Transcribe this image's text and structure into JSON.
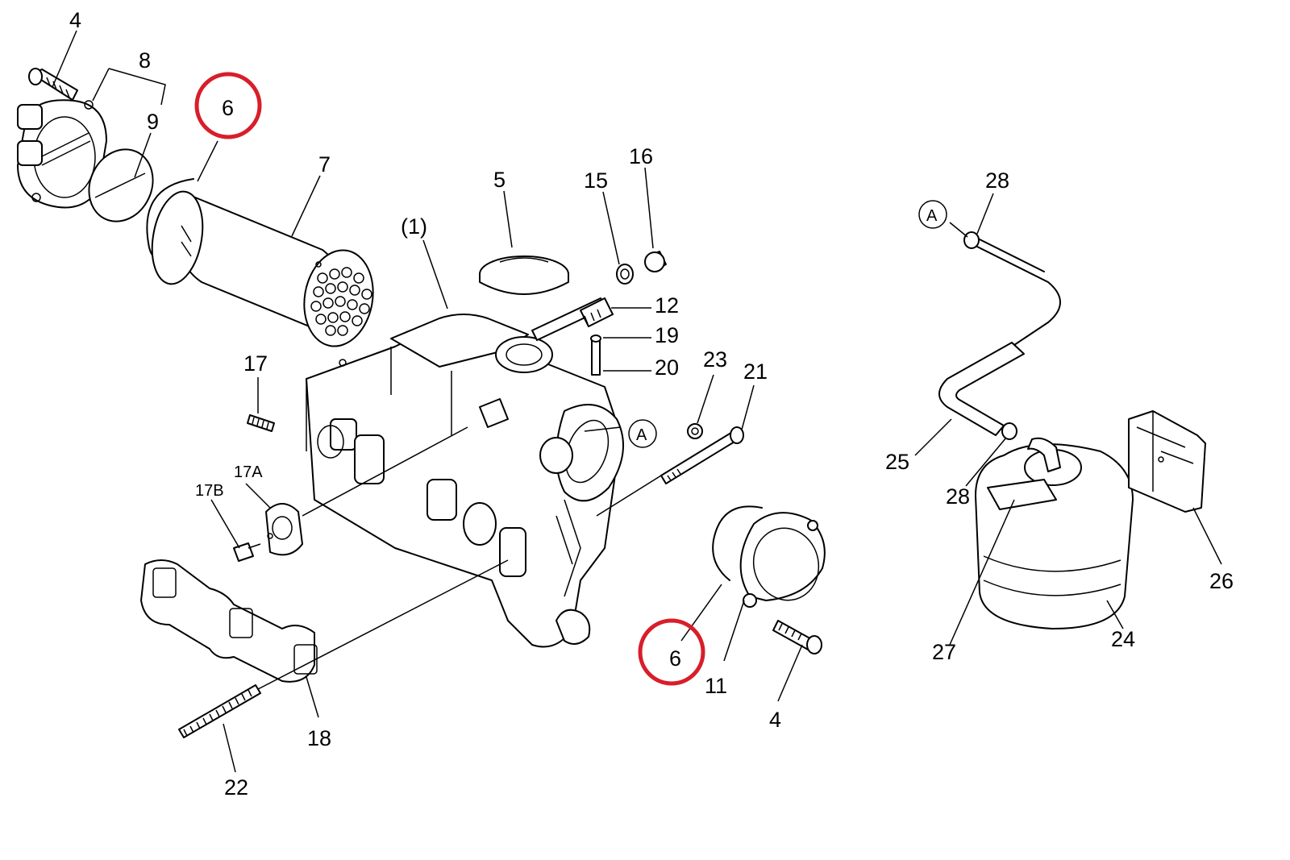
{
  "diagram": {
    "callouts": {
      "c4a": "4",
      "c8": "8",
      "c9": "9",
      "c6a": "6",
      "c7": "7",
      "c1": "(1)",
      "c5": "5",
      "c15": "15",
      "c16": "16",
      "c12": "12",
      "c19": "19",
      "c20": "20",
      "c17": "17",
      "c17a": "17A",
      "c17b": "17B",
      "c23": "23",
      "c21": "21",
      "cA1": "A",
      "c22": "22",
      "c18": "18",
      "c6b": "6",
      "c11": "11",
      "c4b": "4",
      "cA2": "A",
      "c28a": "28",
      "c25": "25",
      "c28b": "28",
      "c26": "26",
      "c27": "27",
      "c24": "24"
    },
    "highlight_color": "#d81e2a"
  }
}
